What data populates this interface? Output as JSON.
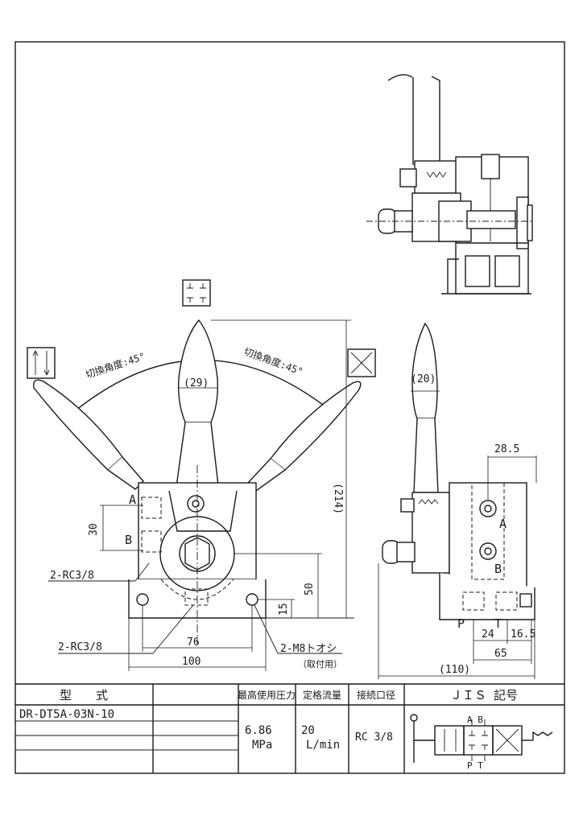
{
  "drawing": {
    "angle_label_left": "切換角度:45°",
    "angle_label_right": "切換角度:45°",
    "dims": {
      "d29": "(29)",
      "d214": "(214)",
      "d20": "(20)",
      "d28_5": "28.5",
      "d30": "30",
      "d50": "50",
      "d15": "15",
      "d76": "76",
      "d100": "100",
      "d24": "24",
      "d16_5": "16.5",
      "d65": "65",
      "d110": "(110)"
    },
    "ports": {
      "A_front": "A",
      "B_front": "B",
      "A_side": "A",
      "B_side": "B",
      "P_side": "P",
      "T_side": "T"
    },
    "notes": {
      "rc_upper": "2-RC3/8",
      "rc_lower": "2-RC3/8",
      "m8": "2-M8トオシ",
      "mount": "（取付用）"
    }
  },
  "table": {
    "h_model": "型　　式",
    "h_pressure": "最高使用圧力",
    "h_flow": "定格流量",
    "h_port": "接続口径",
    "h_jis": "ＪＩＳ 記号",
    "model": "DR-DT5A-03N-10",
    "pressure_val": "6.86",
    "pressure_unit": "MPa",
    "flow_val": "20",
    "flow_unit": "L/min",
    "port_val": "RC 3/8",
    "symbol_AB": "A B",
    "symbol_PT": "P T"
  }
}
